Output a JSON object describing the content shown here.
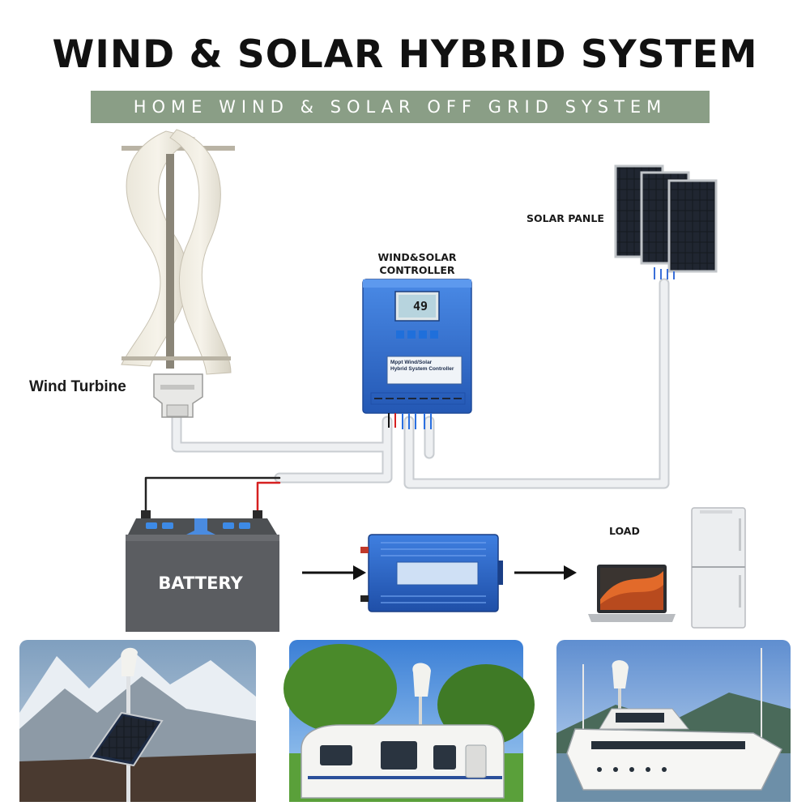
{
  "header": {
    "title": "WIND & SOLAR HYBRID SYSTEM",
    "subtitle": "HOME WIND & SOLAR OFF GRID SYSTEM"
  },
  "labels": {
    "controller_line1": "WIND&SOLAR",
    "controller_line2": "CONTROLLER",
    "solar": "SOLAR PANLE",
    "wind": "Wind Turbine",
    "battery": "BATTERY",
    "load": "LOAD"
  },
  "controller_display": {
    "reading": "49",
    "panel_line1": "Mppt Wind/Solar",
    "panel_line2": "Hybrid System Controller"
  },
  "colors": {
    "subtitle_bar": "#8a9e86",
    "controller_body": "#2f6fd0",
    "cable": "#e6e8ea",
    "wire_red": "#d62020",
    "battery_body": "#5b5d61"
  },
  "photos": [
    {
      "scene": "snowy-mountain-streetlight"
    },
    {
      "scene": "caravan-field"
    },
    {
      "scene": "yacht-harbor"
    }
  ]
}
